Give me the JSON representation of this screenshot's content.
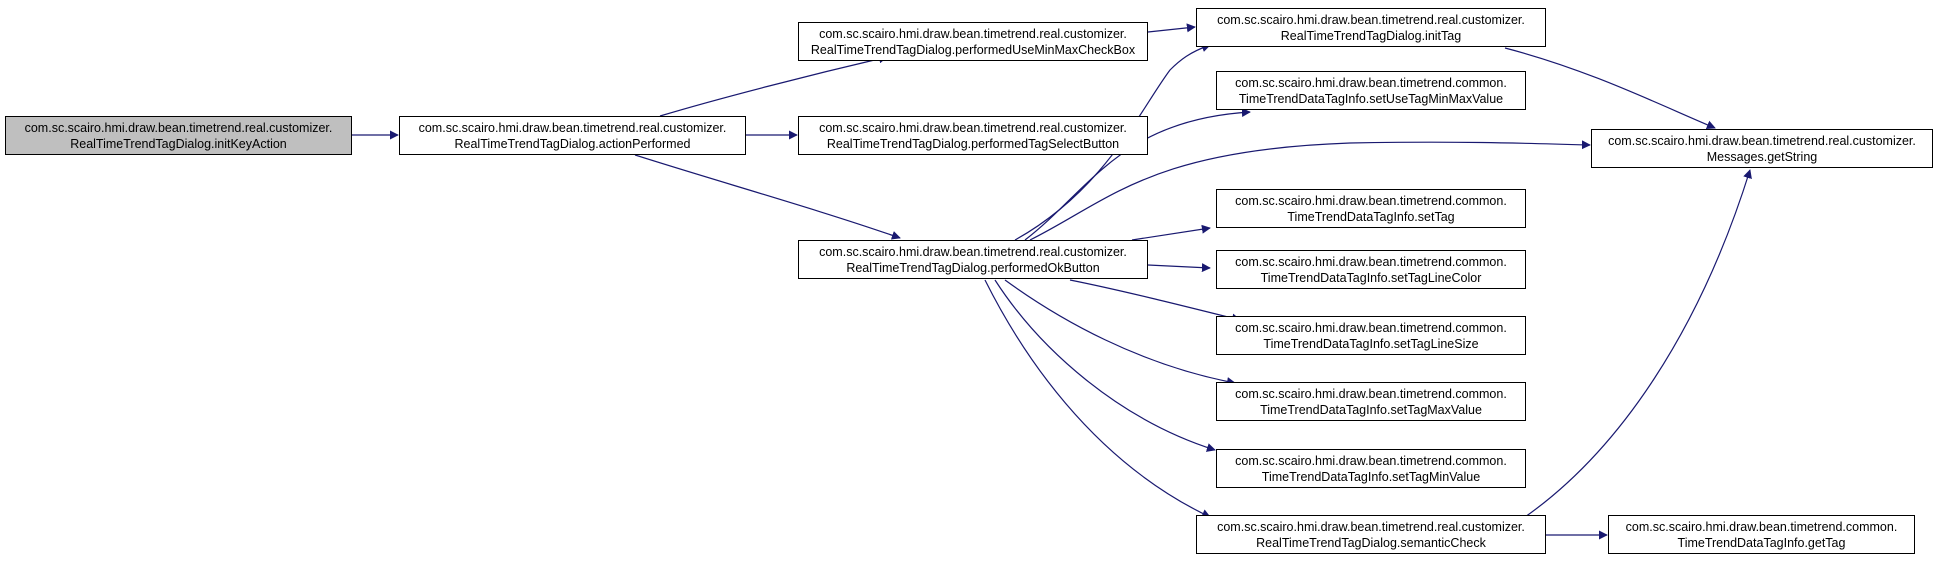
{
  "diagram": {
    "edge_color": "#191970",
    "root_fill": "#bfbfbf",
    "nodes": {
      "initKeyAction": {
        "line1": "com.sc.scairo.hmi.draw.bean.timetrend.real.customizer.",
        "line2": "RealTimeTrendTagDialog.initKeyAction"
      },
      "actionPerformed": {
        "line1": "com.sc.scairo.hmi.draw.bean.timetrend.real.customizer.",
        "line2": "RealTimeTrendTagDialog.actionPerformed"
      },
      "performedUseMinMax": {
        "line1": "com.sc.scairo.hmi.draw.bean.timetrend.real.customizer.",
        "line2": "RealTimeTrendTagDialog.performedUseMinMaxCheckBox"
      },
      "performedTagSelect": {
        "line1": "com.sc.scairo.hmi.draw.bean.timetrend.real.customizer.",
        "line2": "RealTimeTrendTagDialog.performedTagSelectButton"
      },
      "performedOkButton": {
        "line1": "com.sc.scairo.hmi.draw.bean.timetrend.real.customizer.",
        "line2": "RealTimeTrendTagDialog.performedOkButton"
      },
      "initTag": {
        "line1": "com.sc.scairo.hmi.draw.bean.timetrend.real.customizer.",
        "line2": "RealTimeTrendTagDialog.initTag"
      },
      "setUseTagMinMax": {
        "line1": "com.sc.scairo.hmi.draw.bean.timetrend.common.",
        "line2": "TimeTrendDataTagInfo.setUseTagMinMaxValue"
      },
      "getString": {
        "line1": "com.sc.scairo.hmi.draw.bean.timetrend.real.customizer.",
        "line2": "Messages.getString"
      },
      "setTag": {
        "line1": "com.sc.scairo.hmi.draw.bean.timetrend.common.",
        "line2": "TimeTrendDataTagInfo.setTag"
      },
      "setTagLineColor": {
        "line1": "com.sc.scairo.hmi.draw.bean.timetrend.common.",
        "line2": "TimeTrendDataTagInfo.setTagLineColor"
      },
      "setTagLineSize": {
        "line1": "com.sc.scairo.hmi.draw.bean.timetrend.common.",
        "line2": "TimeTrendDataTagInfo.setTagLineSize"
      },
      "setTagMaxValue": {
        "line1": "com.sc.scairo.hmi.draw.bean.timetrend.common.",
        "line2": "TimeTrendDataTagInfo.setTagMaxValue"
      },
      "setTagMinValue": {
        "line1": "com.sc.scairo.hmi.draw.bean.timetrend.common.",
        "line2": "TimeTrendDataTagInfo.setTagMinValue"
      },
      "semanticCheck": {
        "line1": "com.sc.scairo.hmi.draw.bean.timetrend.real.customizer.",
        "line2": "RealTimeTrendTagDialog.semanticCheck"
      },
      "getTag": {
        "line1": "com.sc.scairo.hmi.draw.bean.timetrend.common.",
        "line2": "TimeTrendDataTagInfo.getTag"
      }
    }
  }
}
